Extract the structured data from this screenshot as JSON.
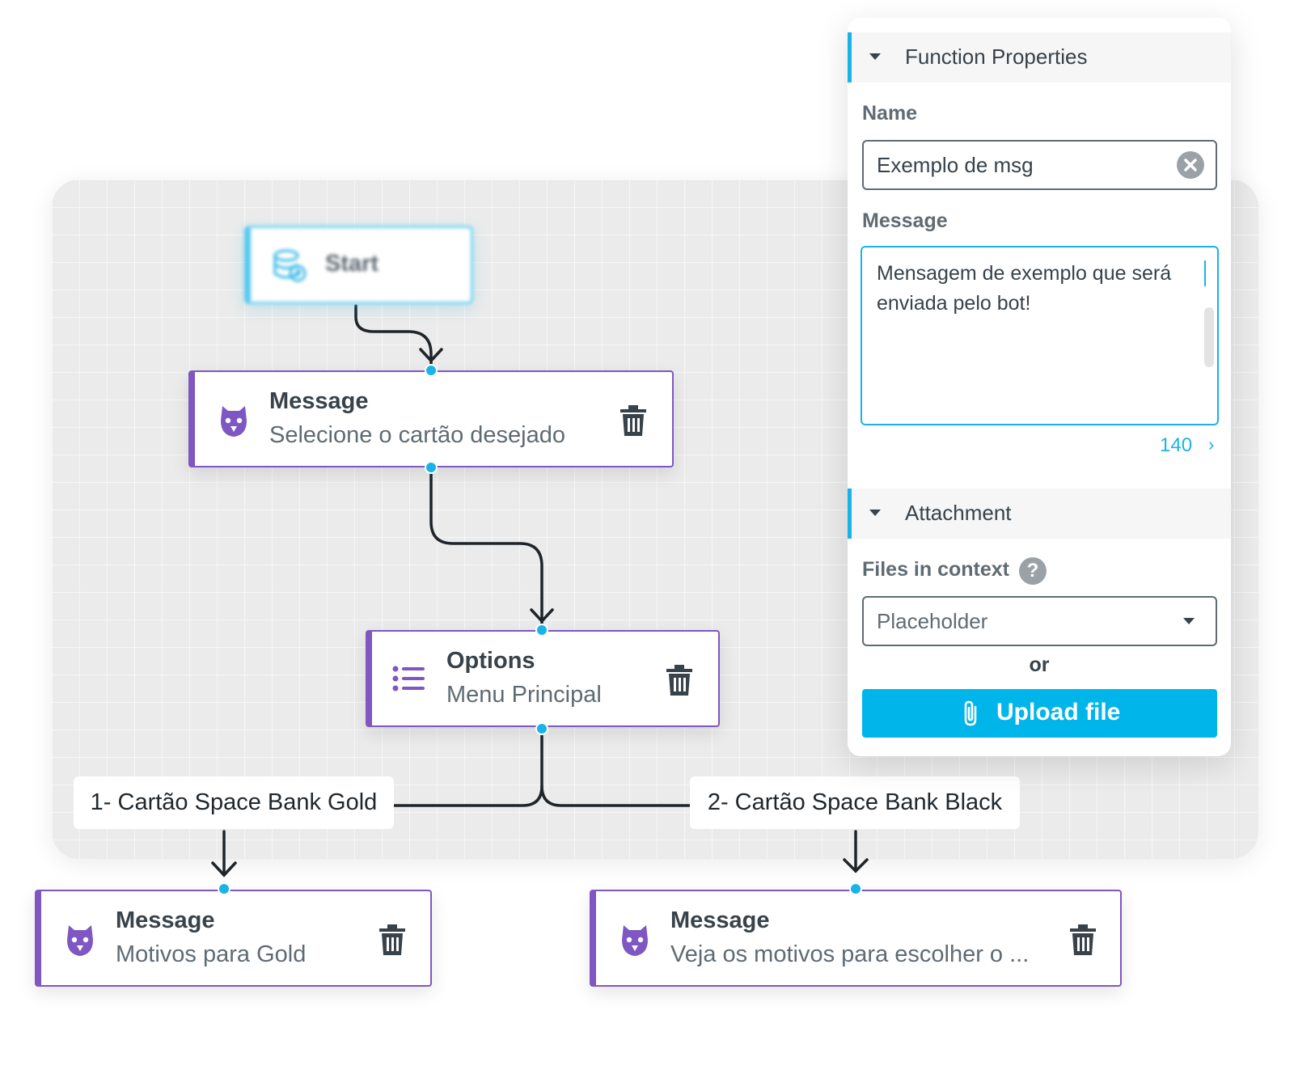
{
  "flow": {
    "start_label": "Start",
    "nodes": [
      {
        "title": "Message",
        "subtitle": "Selecione o cartão desejado",
        "icon": "bot-icon"
      },
      {
        "title": "Options",
        "subtitle": "Menu Principal",
        "icon": "list-icon"
      },
      {
        "title": "Message",
        "subtitle": "Motivos para Gold",
        "icon": "bot-icon"
      },
      {
        "title": "Message",
        "subtitle": "Veja os motivos para escolher o ...",
        "icon": "bot-icon"
      }
    ],
    "branches": [
      "1- Cartão Space Bank Gold",
      "2- Cartão Space Bank Black"
    ]
  },
  "panel": {
    "function_section": "Function Properties",
    "name_label": "Name",
    "name_value": "Exemplo de msg",
    "message_label": "Message",
    "message_text": "Mensagem de exemplo que será enviada pelo bot!",
    "char_counter": "140",
    "attachment_section": "Attachment",
    "files_label": "Files in context",
    "help_glyph": "?",
    "files_placeholder": "Placeholder",
    "or_label": "or",
    "upload_label": "Upload file"
  },
  "colors": {
    "accent": "#1ab3e8",
    "node_border": "#7e57c2",
    "upload_bg": "#00b5ea"
  }
}
